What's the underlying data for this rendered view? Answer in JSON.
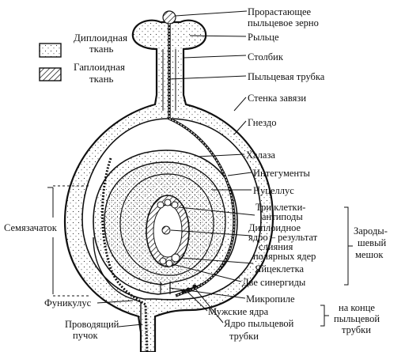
{
  "legend": {
    "diploid_line1": "Диплоидная",
    "diploid_line2": "ткань",
    "haploid_line1": "Гаплоидная",
    "haploid_line2": "ткань"
  },
  "labels": {
    "pollen_grain_line1": "Прорастающее",
    "pollen_grain_line2": "пыльцевое зерно",
    "stigma": "Рыльце",
    "style": "Столбик",
    "pollen_tube": "Пыльцевая трубка",
    "ovary_wall": "Стенка завязи",
    "locule": "Гнездо",
    "chalaza": "Халаза",
    "integuments": "Интегументы",
    "nucellus": "Нуцеллус",
    "antipodals_line1": "Три клетки-",
    "antipodals_line2": "антиподы",
    "diploid_nucleus_line1": "Диплоидное",
    "diploid_nucleus_line2": "ядро – результат",
    "diploid_nucleus_line3": "слияния",
    "diploid_nucleus_line4": "полярных ядер",
    "egg_cell": "Яйцеклетка",
    "synergids": "Две синергиды",
    "micropyle": "Микропиле",
    "male_nuclei": "Мужские ядра",
    "tube_nucleus_line1": "Ядро пыльцевой",
    "tube_nucleus_line2": "трубки",
    "ovule": "Семязачаток",
    "funiculus": "Фуникулус",
    "vascular_bundle_line1": "Проводящий",
    "vascular_bundle_line2": "пучок",
    "embryo_sac_line1": "Зароды-",
    "embryo_sac_line2": "шевый",
    "embryo_sac_line3": "мешок",
    "at_tube_end_line1": "на конце",
    "at_tube_end_line2": "пыльцевой",
    "at_tube_end_line3": "трубки"
  }
}
